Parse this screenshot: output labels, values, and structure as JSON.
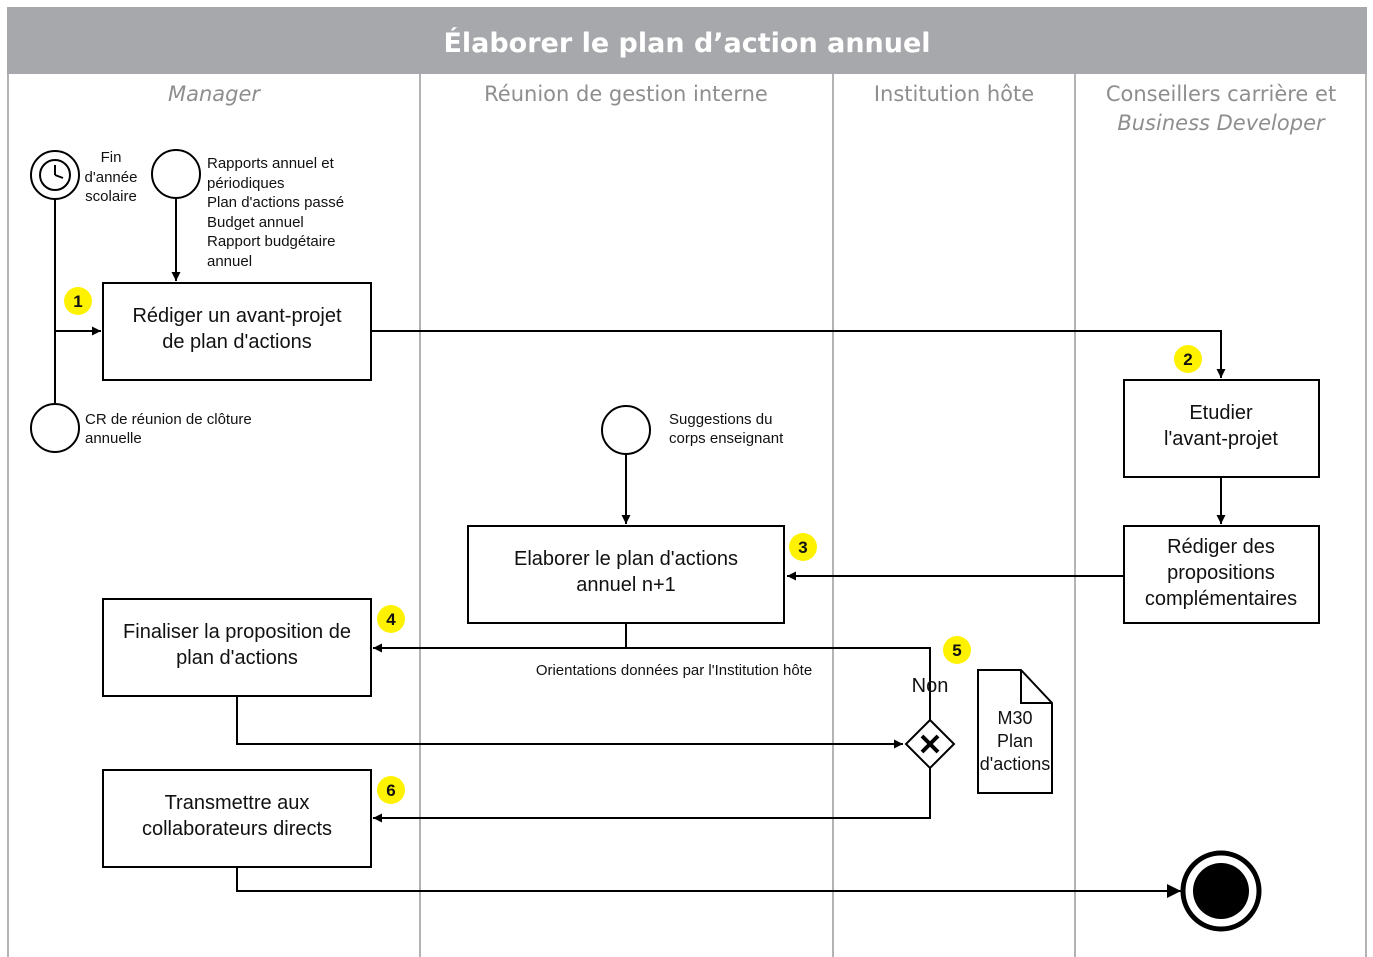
{
  "title": "Élaborer le plan d’action annuel",
  "lanes": [
    {
      "label": "Manager"
    },
    {
      "label": "Réunion de gestion interne"
    },
    {
      "label": "Institution hôte"
    },
    {
      "label_line1": "Conseillers carrière et",
      "label_line2": "Business Developer"
    }
  ],
  "start_events": {
    "timer": {
      "line1": "Fin",
      "line2": "d'année",
      "line3": "scolaire"
    },
    "inputs": {
      "lines": [
        "Rapports annuel et",
        "périodiques",
        "Plan d'actions passé",
        "Budget annuel",
        "Rapport budgétaire",
        "annuel"
      ]
    },
    "cr": {
      "line1": "CR de réunion de clôture",
      "line2": "annuelle"
    },
    "suggestions": {
      "line1": "Suggestions du",
      "line2": "corps enseignant"
    }
  },
  "tasks": {
    "t1": {
      "line1": "Rédiger un avant-projet",
      "line2": "de plan d'actions",
      "badge": "1"
    },
    "t2": {
      "line1": "Etudier",
      "line2": "l'avant-projet",
      "badge": "2"
    },
    "t3": {
      "line1": "Elaborer le plan d'actions",
      "line2": "annuel n+1",
      "badge": "3"
    },
    "t_compl": {
      "line1": "Rédiger des",
      "line2": "propositions",
      "line3": "complémentaires"
    },
    "t4": {
      "line1": "Finaliser la proposition de",
      "line2": "plan d'actions",
      "badge": "4"
    },
    "t6": {
      "line1": "Transmettre aux",
      "line2": "collaborateurs directs",
      "badge": "6"
    }
  },
  "gateway": {
    "badge": "5",
    "no_label": "Non"
  },
  "flow_label": "Orientations données par l'Institution hôte",
  "document": {
    "line1": "M30",
    "line2": "Plan",
    "line3": "d'actions"
  },
  "colors": {
    "title_bar": "#a7a8ab",
    "lane_lines": "#b3b3b3",
    "badge": "#fff200",
    "lane_text": "#8e8e8e"
  }
}
